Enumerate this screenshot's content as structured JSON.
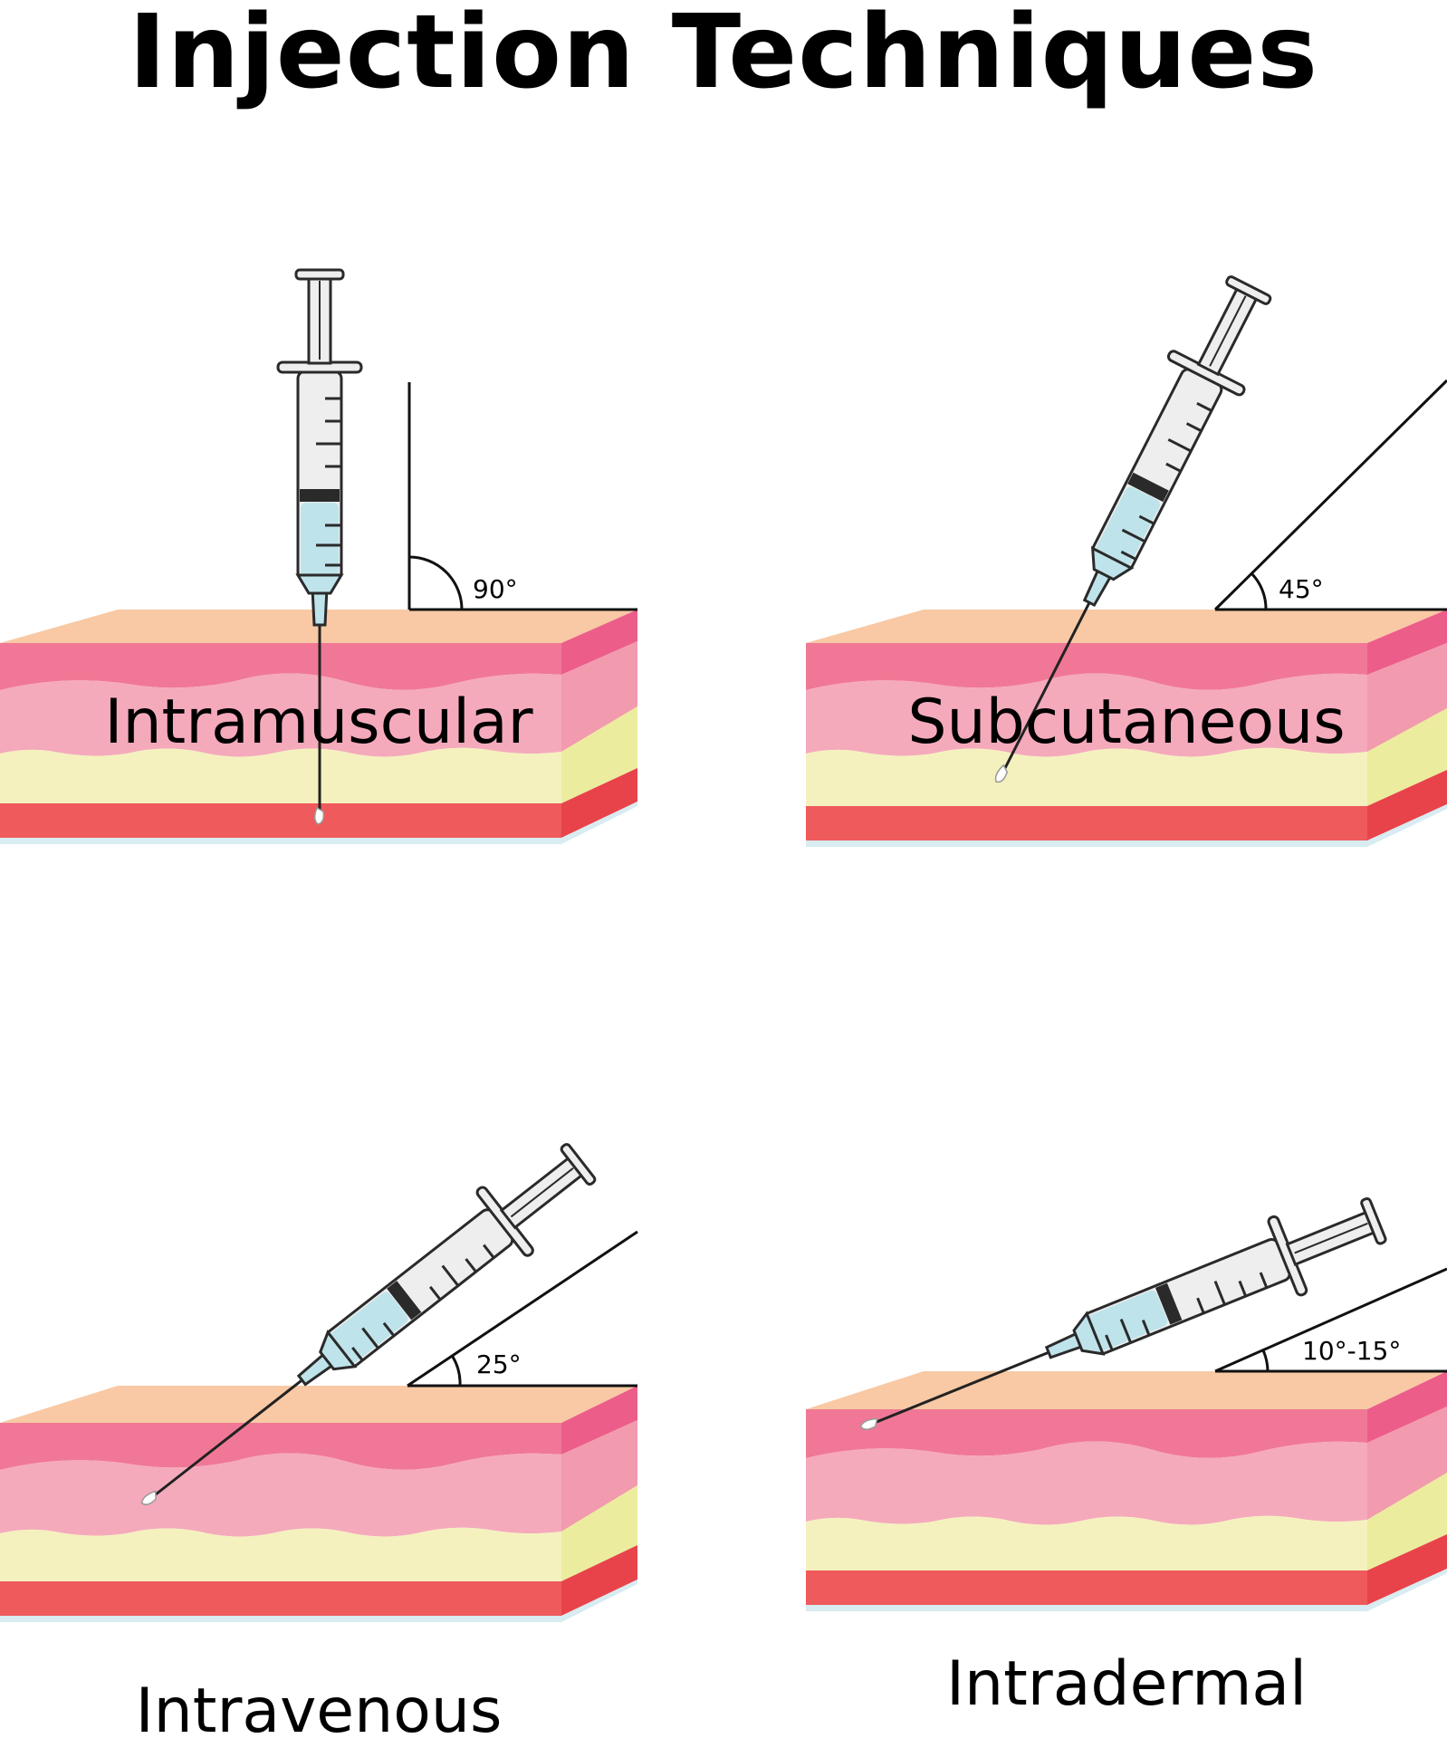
{
  "title": "Injection Techniques",
  "colors": {
    "skin_top": "#f8c9a4",
    "epidermis": "#f07896",
    "dermis": "#f5aabb",
    "subcutaneous_fat": "#f4f1bf",
    "muscle": "#ef5a5c",
    "side_epidermis": "#ec5d8a",
    "side_dermis": "#f29aae",
    "side_fat": "#ecec9e",
    "side_muscle": "#e8434a",
    "drug_fluid": "#bfe3ea",
    "syringe_barrel": "#eeeeee",
    "outline": "#2a2a2a"
  },
  "panels": [
    {
      "name": "intramuscular",
      "label": "Intramuscular",
      "angle_label": "90°",
      "angle_deg": 90
    },
    {
      "name": "subcutaneous",
      "label": "Subcutaneous",
      "angle_label": "45°",
      "angle_deg": 45
    },
    {
      "name": "intravenous",
      "label": "Intravenous",
      "angle_label": "25°",
      "angle_deg": 25
    },
    {
      "name": "intradermal",
      "label": "Intradermal",
      "angle_label": "10°-15°",
      "angle_deg": 12
    }
  ]
}
